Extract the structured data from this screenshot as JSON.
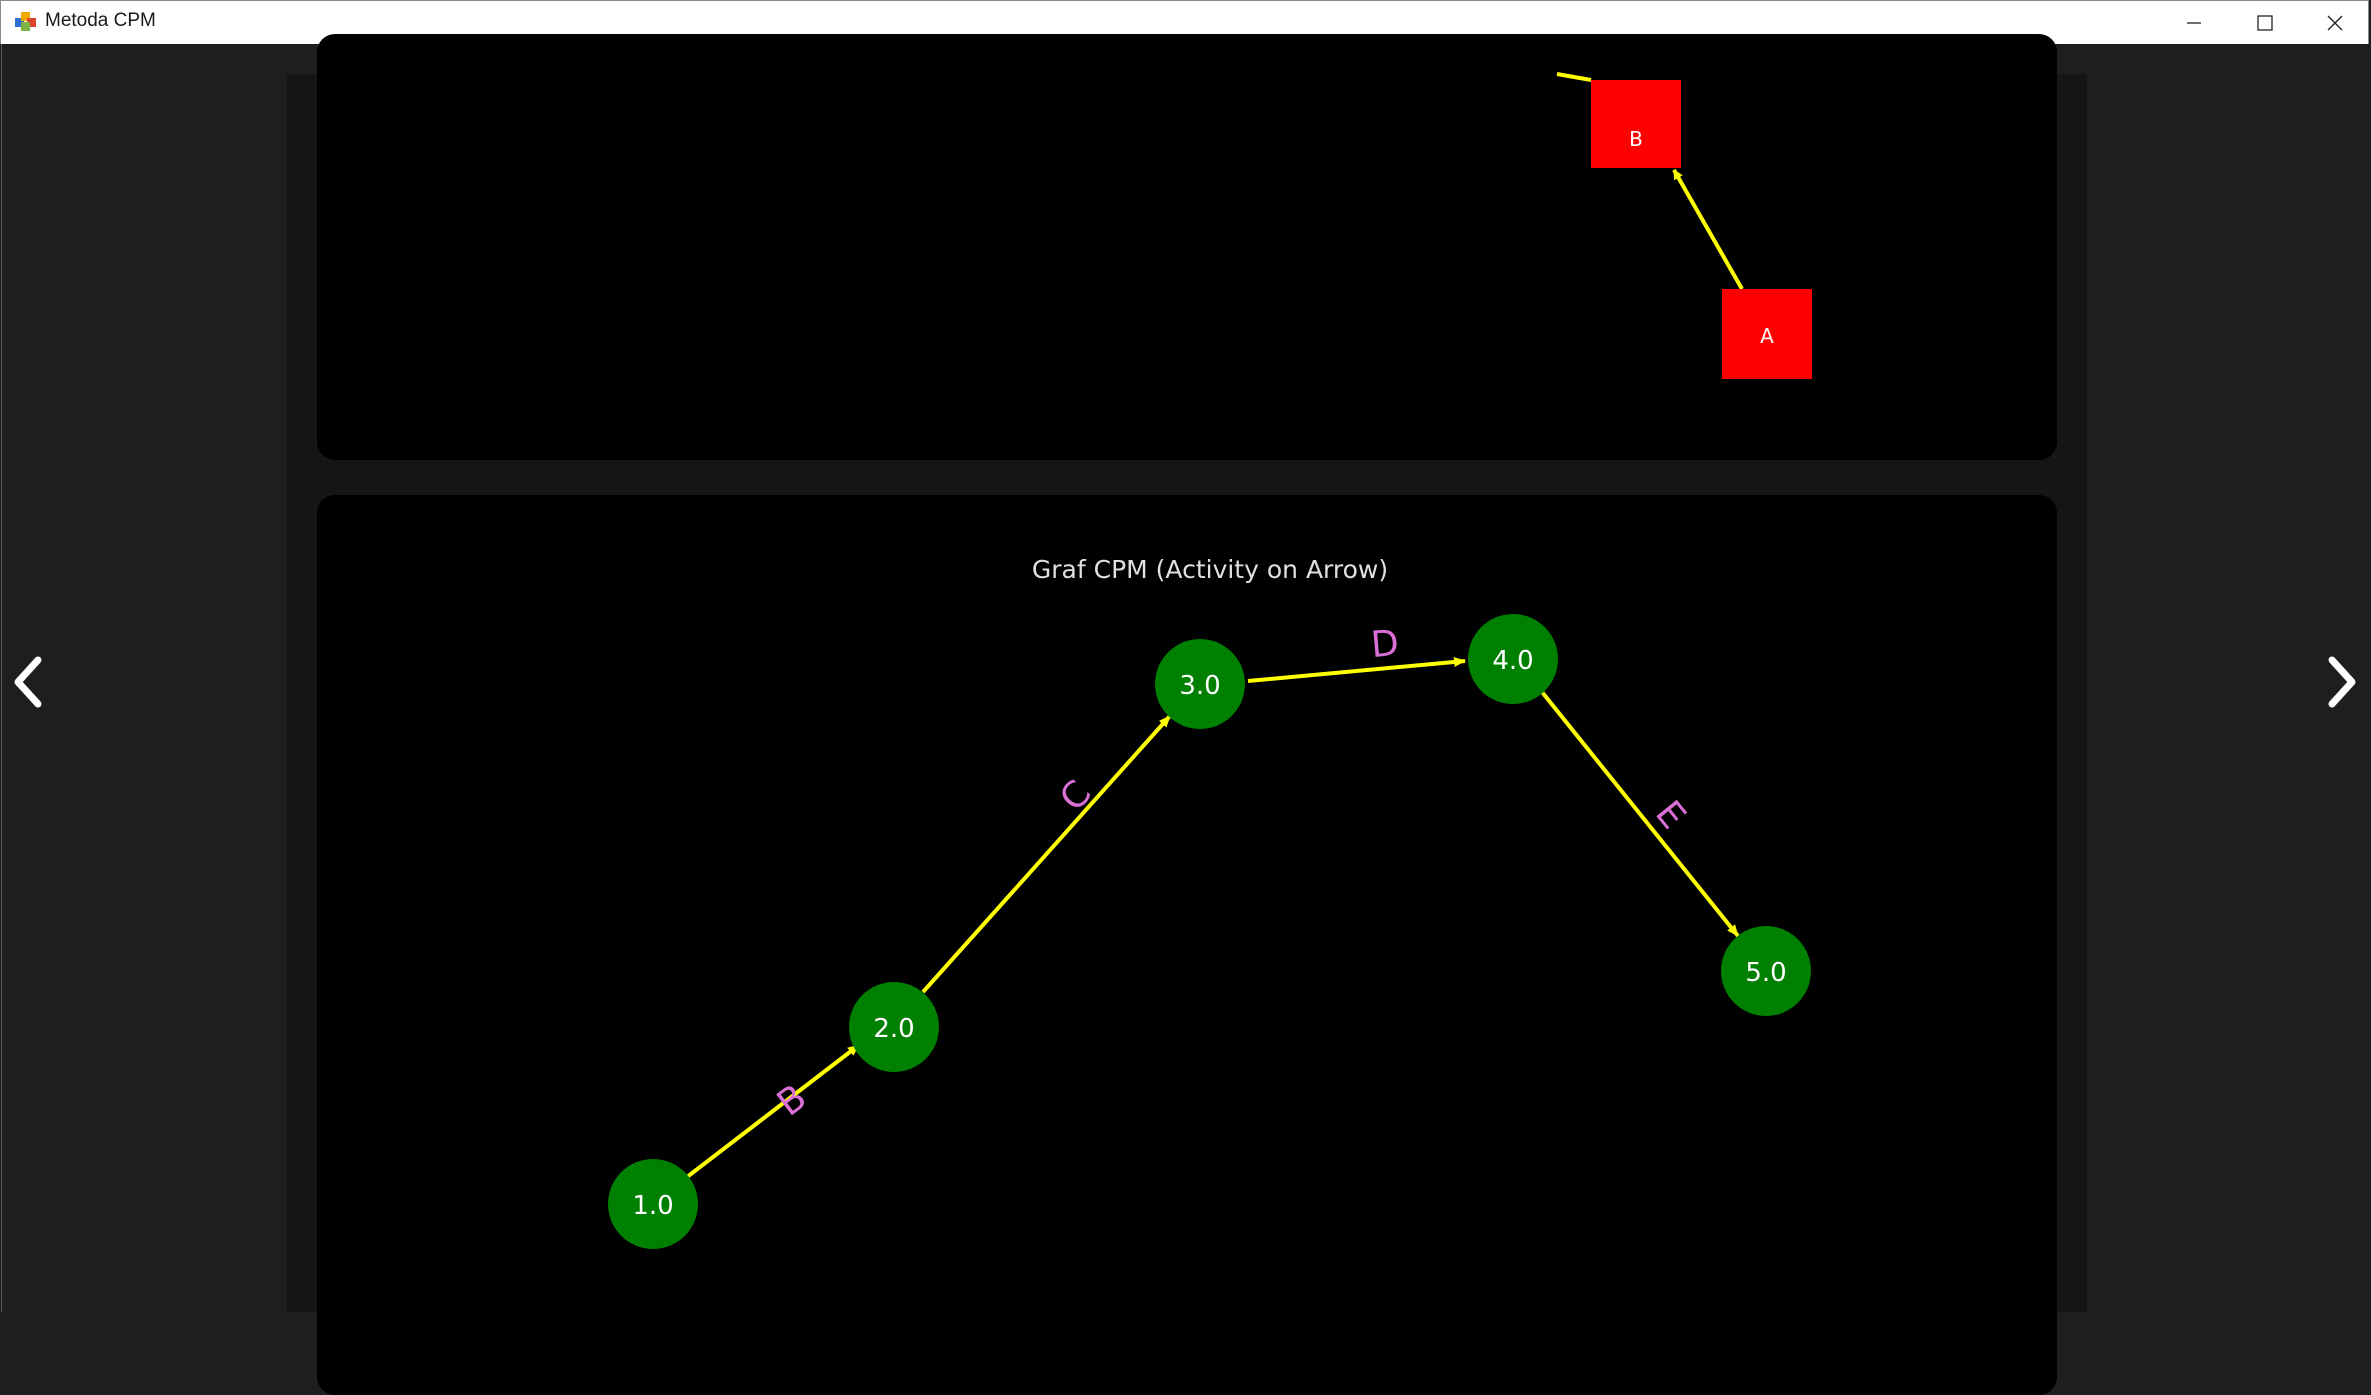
{
  "window": {
    "title": "Metoda CPM",
    "controls": [
      "minimize",
      "maximize",
      "close"
    ]
  },
  "aon_graph": {
    "nodes": [
      {
        "label": "B"
      },
      {
        "label": "A"
      }
    ],
    "colors": {
      "node": "#ff0000",
      "edge": "#ffff00",
      "node_text": "#ffffff"
    }
  },
  "aoa_graph": {
    "title": "Graf CPM (Activity on Arrow)",
    "events": [
      "1.0",
      "2.0",
      "3.0",
      "4.0",
      "5.0"
    ],
    "activities": [
      {
        "label": "B",
        "from": "1.0",
        "to": "2.0"
      },
      {
        "label": "C",
        "from": "2.0",
        "to": "3.0"
      },
      {
        "label": "D",
        "from": "3.0",
        "to": "4.0"
      },
      {
        "label": "E",
        "from": "4.0",
        "to": "5.0"
      }
    ],
    "colors": {
      "node": "#008000",
      "edge": "#ffff00",
      "edge_label": "#da70d6",
      "title": "#e0e0e0"
    }
  },
  "navigation": {
    "prev_icon": "chevron-left-icon",
    "next_icon": "chevron-right-icon"
  }
}
